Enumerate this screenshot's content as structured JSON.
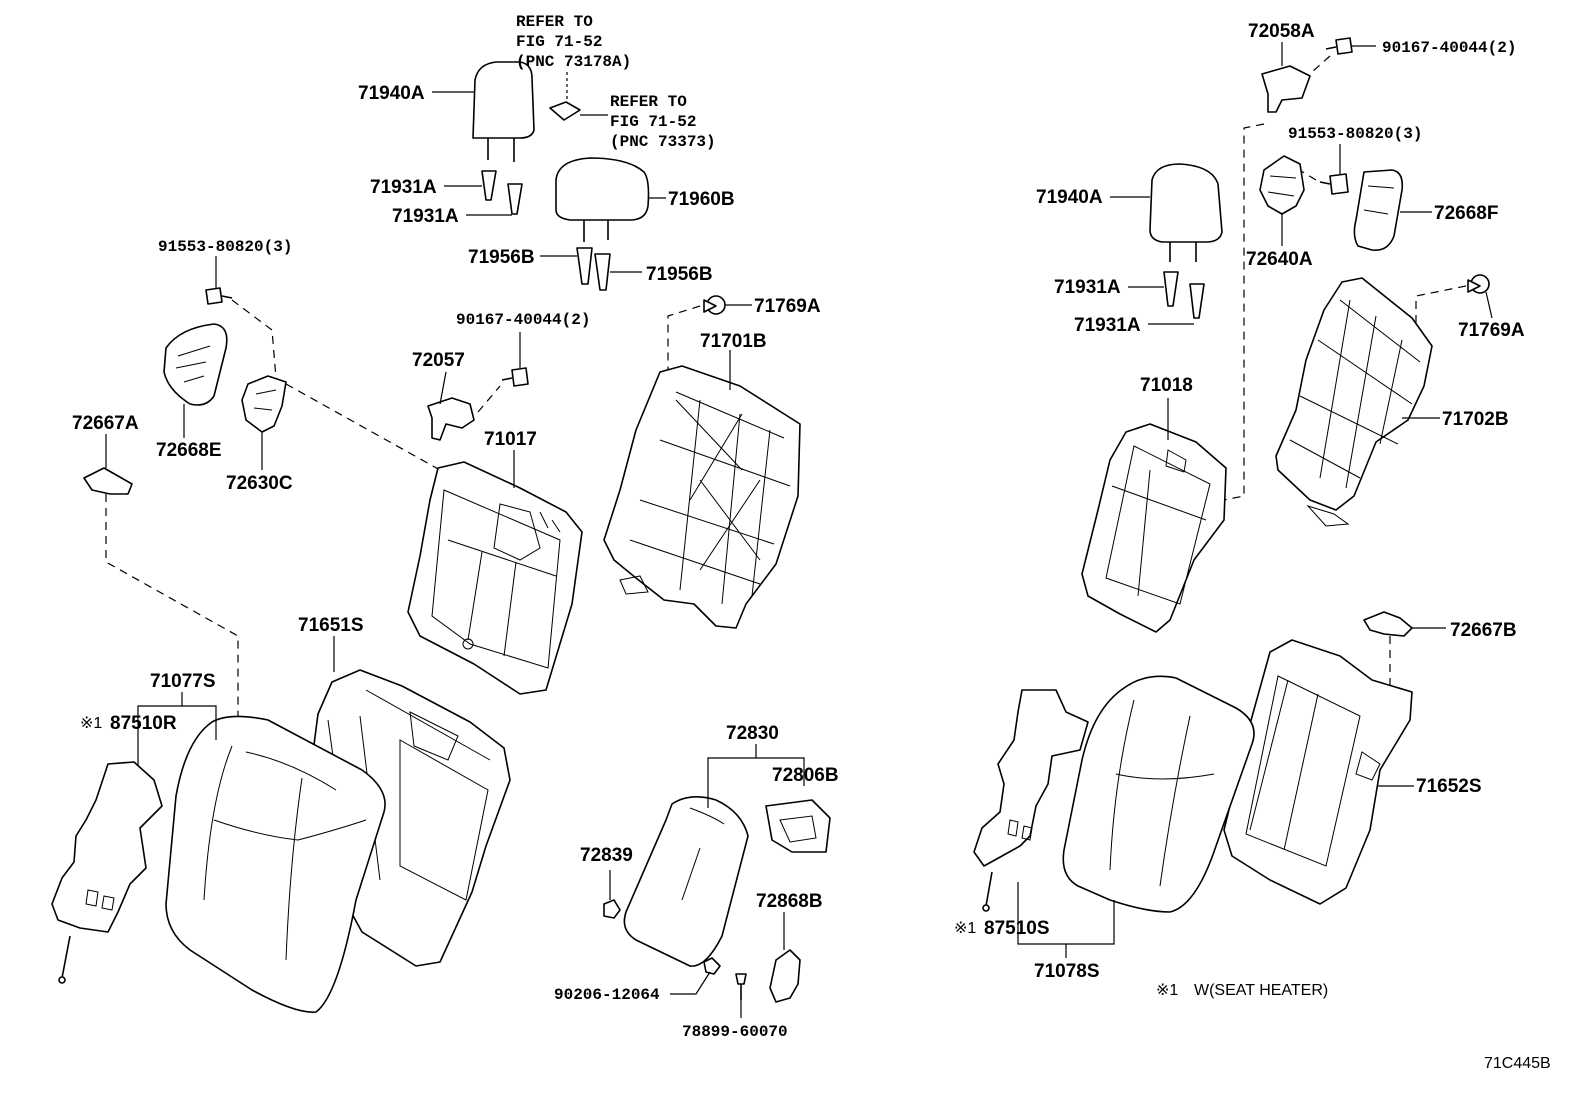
{
  "refs": {
    "ref1": [
      "REFER TO",
      "FIG 71-52",
      "(PNC 73178A)"
    ],
    "ref2": [
      "REFER TO",
      "FIG 71-52",
      "(PNC 73373)"
    ]
  },
  "labels": {
    "p71940A_l": "71940A",
    "p71931A_l1": "71931A",
    "p71931A_l2": "71931A",
    "p71960B": "71960B",
    "p71956B_1": "71956B",
    "p71956B_2": "71956B",
    "p91553_l": "91553-80820(3)",
    "p90167_l": "90167-40044(2)",
    "p71769A_l": "71769A",
    "p72057": "72057",
    "p71701B": "71701B",
    "p71017": "71017",
    "p72667A": "72667A",
    "p72668E": "72668E",
    "p72630C": "72630C",
    "p71651S": "71651S",
    "p71077S": "71077S",
    "p87510R": "87510R",
    "p72830": "72830",
    "p72806B": "72806B",
    "p72839": "72839",
    "p72868B": "72868B",
    "p90206": "90206-12064",
    "p78899": "78899-60070",
    "p72058A": "72058A",
    "p90167_r": "90167-40044(2)",
    "p91553_r": "91553-80820(3)",
    "p71940A_r": "71940A",
    "p72640A": "72640A",
    "p72668F": "72668F",
    "p71931A_r1": "71931A",
    "p71931A_r2": "71931A",
    "p71769A_r": "71769A",
    "p71018": "71018",
    "p71702B": "71702B",
    "p72667B": "72667B",
    "p71652S": "71652S",
    "p87510S": "87510S",
    "p71078S": "71078S"
  },
  "marks": {
    "note_mark": "※1"
  },
  "footnote": {
    "mark": "※1",
    "text": "W(SEAT HEATER)"
  },
  "figure_code": "71C445B"
}
